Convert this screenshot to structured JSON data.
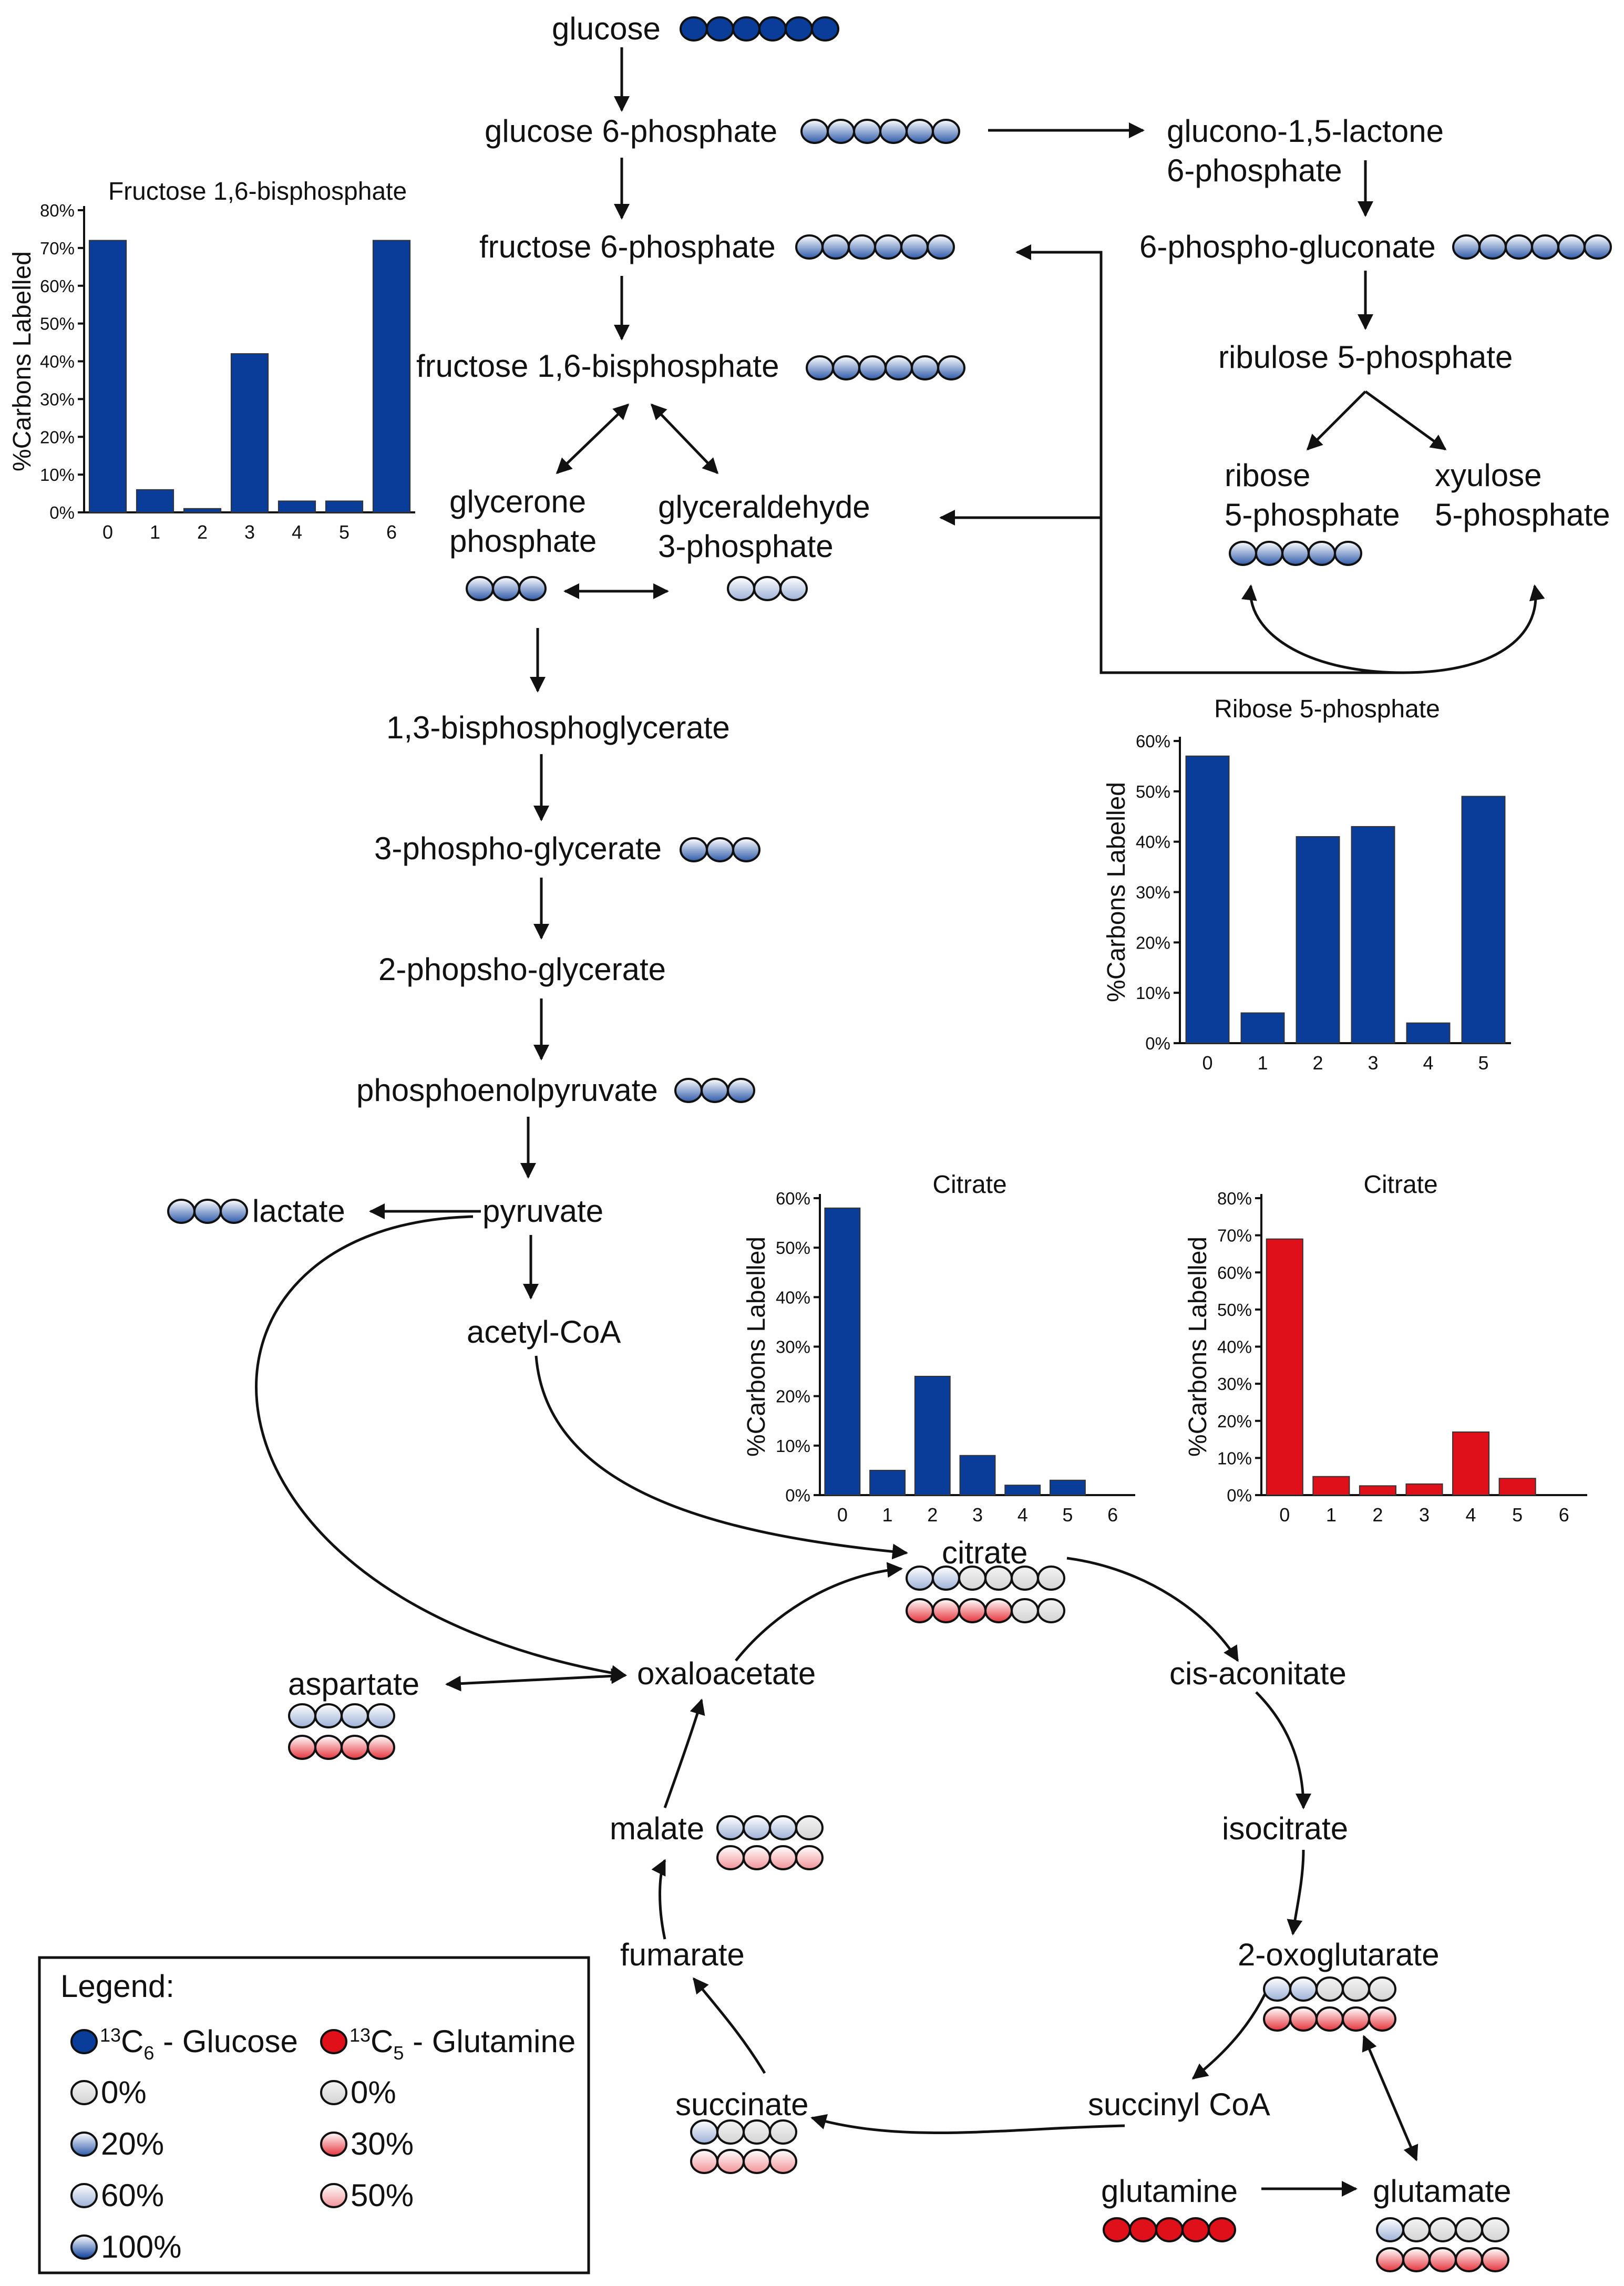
{
  "colors": {
    "glucose_blue": "#0a3d9a",
    "glutamine_red": "#e0101a",
    "unlabelled_grey": "#d4d4d4",
    "bar_blue": "#0a3d9a",
    "bar_red": "#e0101a"
  },
  "metabolites": {
    "glucose": "glucose",
    "g6p": "glucose 6-phosphate",
    "f6p": "fructose 6-phosphate",
    "f16bp": "fructose 1,6-bisphosphate",
    "glycerone_1": "glycerone",
    "glycerone_2": "phosphate",
    "gap_1": "glyceraldehyde",
    "gap_2": "3-phosphate",
    "bpg": "1,3-bisphosphoglycerate",
    "pg3": "3-phospho-glycerate",
    "pg2": "2-phopsho-glycerate",
    "pep": "phosphoenolpyruvate",
    "pyruvate": "pyruvate",
    "lactate": "lactate",
    "acetylcoa": "acetyl-CoA",
    "glucono_1": "glucono-1,5-lactone",
    "glucono_2": "6-phosphate",
    "pgluconate": "6-phospho-gluconate",
    "ru5p": "ribulose 5-phosphate",
    "ribose_1": "ribose",
    "ribose_2": "5-phosphate",
    "xylose_1": "xyulose",
    "xylose_2": "5-phosphate",
    "citrate": "citrate",
    "cisaconitate": "cis-aconitate",
    "isocitrate": "isocitrate",
    "oxoglutarate": "2-oxoglutarate",
    "succinylcoa": "succinyl CoA",
    "succinate": "succinate",
    "fumarate": "fumarate",
    "malate": "malate",
    "oxaloacetate": "oxaloacetate",
    "aspartate": "aspartate",
    "glutamine": "glutamine",
    "glutamate": "glutamate"
  },
  "legend": {
    "title": "Legend:",
    "glucose_sup": "13",
    "glucose_c": "C",
    "glucose_sub": "6",
    "glucose_name": " - Glucose",
    "glutamine_sup": "13",
    "glutamine_c": "C",
    "glutamine_sub": "5",
    "glutamine_name": " - Glutamine",
    "blue_levels": [
      {
        "label": "0%",
        "level": 0
      },
      {
        "label": "20%",
        "level": 0.2
      },
      {
        "label": "60%",
        "level": 0.6
      },
      {
        "label": "100%",
        "level": 1.0
      }
    ],
    "red_levels": [
      {
        "label": "0%",
        "level": 0
      },
      {
        "label": "30%",
        "level": 0.3
      },
      {
        "label": "50%",
        "level": 0.5
      }
    ]
  },
  "chart_data": [
    {
      "type": "bar",
      "title": "Fructose 1,6-bisphosphate",
      "ylabel": "%Carbons Labelled",
      "categories": [
        "0",
        "1",
        "2",
        "3",
        "4",
        "5",
        "6"
      ],
      "values": [
        72,
        6,
        1,
        42,
        3,
        3,
        72
      ],
      "ylim": [
        0,
        80
      ],
      "yticks": [
        "0%",
        "10%",
        "20%",
        "30%",
        "40%",
        "50%",
        "60%",
        "70%",
        "80%"
      ],
      "color": "blue"
    },
    {
      "type": "bar",
      "title": "Ribose 5-phosphate",
      "ylabel": "%Carbons Labelled",
      "categories": [
        "0",
        "1",
        "2",
        "3",
        "4",
        "5"
      ],
      "values": [
        57,
        6,
        41,
        43,
        4,
        49
      ],
      "ylim": [
        0,
        60
      ],
      "yticks": [
        "0%",
        "10%",
        "20%",
        "30%",
        "40%",
        "50%",
        "60%"
      ],
      "color": "blue"
    },
    {
      "type": "bar",
      "title": "Citrate",
      "ylabel": "%Carbons Labelled",
      "categories": [
        "0",
        "1",
        "2",
        "3",
        "4",
        "5",
        "6"
      ],
      "values": [
        58,
        5,
        24,
        8,
        2,
        3,
        0
      ],
      "ylim": [
        0,
        60
      ],
      "yticks": [
        "0%",
        "10%",
        "20%",
        "30%",
        "40%",
        "50%",
        "60%"
      ],
      "color": "blue"
    },
    {
      "type": "bar",
      "title": "Citrate",
      "ylabel": "%Carbons Labelled",
      "categories": [
        "0",
        "1",
        "2",
        "3",
        "4",
        "5",
        "6"
      ],
      "values": [
        69,
        5,
        2.5,
        3,
        17,
        4.5,
        0
      ],
      "ylim": [
        0,
        80
      ],
      "yticks": [
        "0%",
        "10%",
        "20%",
        "30%",
        "40%",
        "50%",
        "60%",
        "70%",
        "80%"
      ],
      "color": "red"
    }
  ]
}
